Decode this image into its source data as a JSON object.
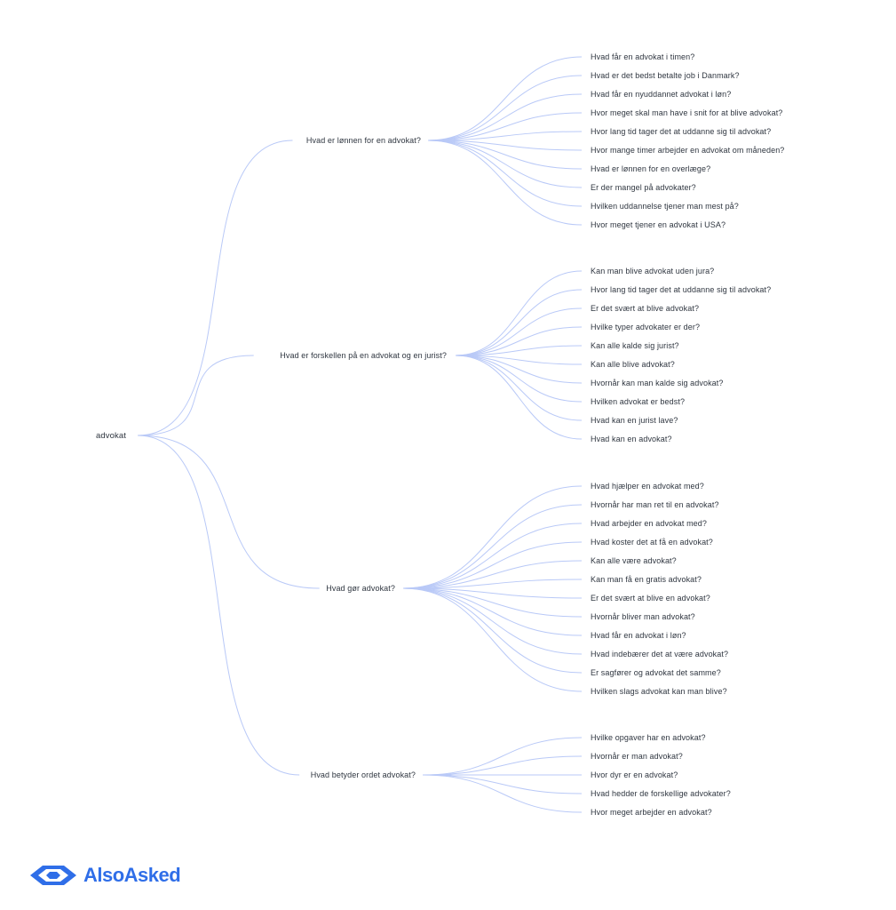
{
  "root": {
    "label": "advokat"
  },
  "groups": [
    {
      "label": "Hvad er lønnen for en advokat?",
      "children": [
        "Hvad får en advokat i timen?",
        "Hvad er det bedst betalte job i Danmark?",
        "Hvad får en nyuddannet advokat i løn?",
        "Hvor meget skal man have i snit for at blive advokat?",
        "Hvor lang tid tager det at uddanne sig til advokat?",
        "Hvor mange timer arbejder en advokat om måneden?",
        "Hvad er lønnen for en overlæge?",
        "Er der mangel på advokater?",
        "Hvilken uddannelse tjener man mest på?",
        "Hvor meget tjener en advokat i USA?"
      ]
    },
    {
      "label": "Hvad er forskellen på en advokat og en jurist?",
      "children": [
        "Kan man blive advokat uden jura?",
        "Hvor lang tid tager det at uddanne sig til advokat?",
        "Er det svært at blive advokat?",
        "Hvilke typer advokater er der?",
        "Kan alle kalde sig jurist?",
        "Kan alle blive advokat?",
        "Hvornår kan man kalde sig advokat?",
        "Hvilken advokat er bedst?",
        "Hvad kan en jurist lave?",
        "Hvad kan en advokat?"
      ]
    },
    {
      "label": "Hvad gør advokat?",
      "children": [
        "Hvad hjælper en advokat med?",
        "Hvornår har man ret til en advokat?",
        "Hvad arbejder en advokat med?",
        "Hvad koster det at få en advokat?",
        "Kan alle være advokat?",
        "Kan man få en gratis advokat?",
        "Er det svært at blive en advokat?",
        "Hvornår bliver man advokat?",
        "Hvad får en advokat i løn?",
        "Hvad indebærer det at være advokat?",
        "Er sagfører og advokat det samme?",
        "Hvilken slags advokat kan man blive?"
      ]
    },
    {
      "label": "Hvad betyder ordet advokat?",
      "children": [
        "Hvilke opgaver har en advokat?",
        "Hvornår er man advokat?",
        "Hvor dyr er en advokat?",
        "Hvad hedder de forskellige advokater?",
        "Hvor meget arbejder en advokat?"
      ]
    }
  ],
  "logo": {
    "text": "AlsoAsked",
    "icon": "alsoasked-eye-icon"
  },
  "colors": {
    "link": "#b9c9f7",
    "text": "#2f3640",
    "brand": "#2f6ee8"
  }
}
